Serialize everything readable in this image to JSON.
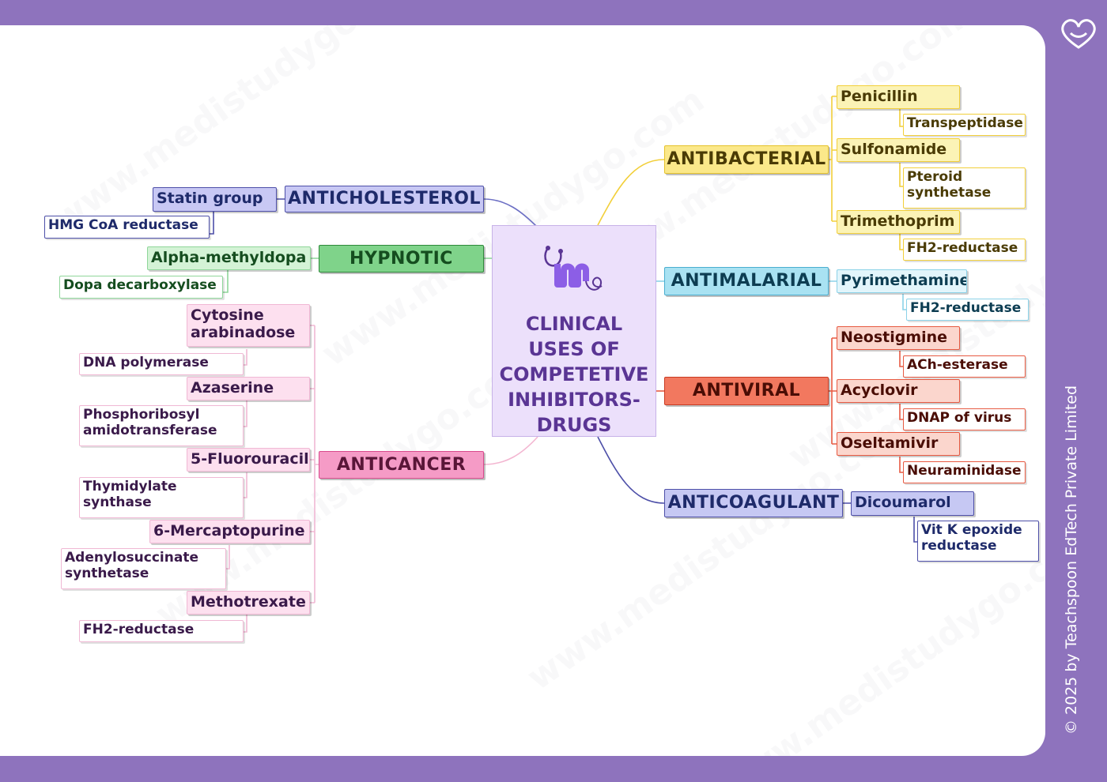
{
  "watermark": "www.medistudygo.com",
  "copyright": "© 2025 by Teachspoon EdTech Private Limited",
  "center": {
    "title": "CLINICAL\nUSES OF\nCOMPETETIVE\nINHIBITORS-\nDRUGS"
  },
  "categories": {
    "anticholesterol": {
      "label": "ANTICHOLESTEROL",
      "drugs": [
        "Statin group"
      ],
      "enzymes": [
        "HMG CoA reductase"
      ]
    },
    "hypnotic": {
      "label": "HYPNOTIC",
      "drugs": [
        "Alpha-methyldopa"
      ],
      "enzymes": [
        "Dopa decarboxylase"
      ]
    },
    "anticancer": {
      "label": "ANTICANCER",
      "drugs": [
        "Cytosine arabinadose",
        "Azaserine",
        "5-Fluorouracil",
        "6-Mercaptopurine",
        "Methotrexate"
      ],
      "enzymes": [
        "DNA polymerase",
        "Phosphoribosyl amidotransferase",
        "Thymidylate synthase",
        "Adenylosuccinate synthetase",
        "FH2-reductase"
      ]
    },
    "antibacterial": {
      "label": "ANTIBACTERIAL",
      "drugs": [
        "Penicillin",
        "Sulfonamide",
        "Trimethoprim"
      ],
      "enzymes": [
        "Transpeptidase",
        "Pteroid synthetase",
        "FH2-reductase"
      ]
    },
    "antimalarial": {
      "label": "ANTIMALARIAL",
      "drugs": [
        "Pyrimethamine"
      ],
      "enzymes": [
        "FH2-reductase"
      ]
    },
    "antiviral": {
      "label": "ANTIVIRAL",
      "drugs": [
        "Neostigmine",
        "Acyclovir",
        "Oseltamivir"
      ],
      "enzymes": [
        "ACh-esterase",
        "DNAP of virus",
        "Neuraminidase"
      ]
    },
    "anticoagulant": {
      "label": "ANTICOAGULANT",
      "drugs": [
        "Dicoumarol"
      ],
      "enzymes": [
        "Vit K epoxide reductase"
      ]
    }
  },
  "colors": {
    "background": "#8e73bd",
    "anticholesterol": "#c8c8f4",
    "hypnotic": "#7fd38a",
    "anticancer": "#f59bc6",
    "antibacterial": "#fbe88a",
    "antimalarial": "#a9e2f2",
    "antiviral": "#f2785f",
    "anticoagulant": "#c6c8f3"
  }
}
